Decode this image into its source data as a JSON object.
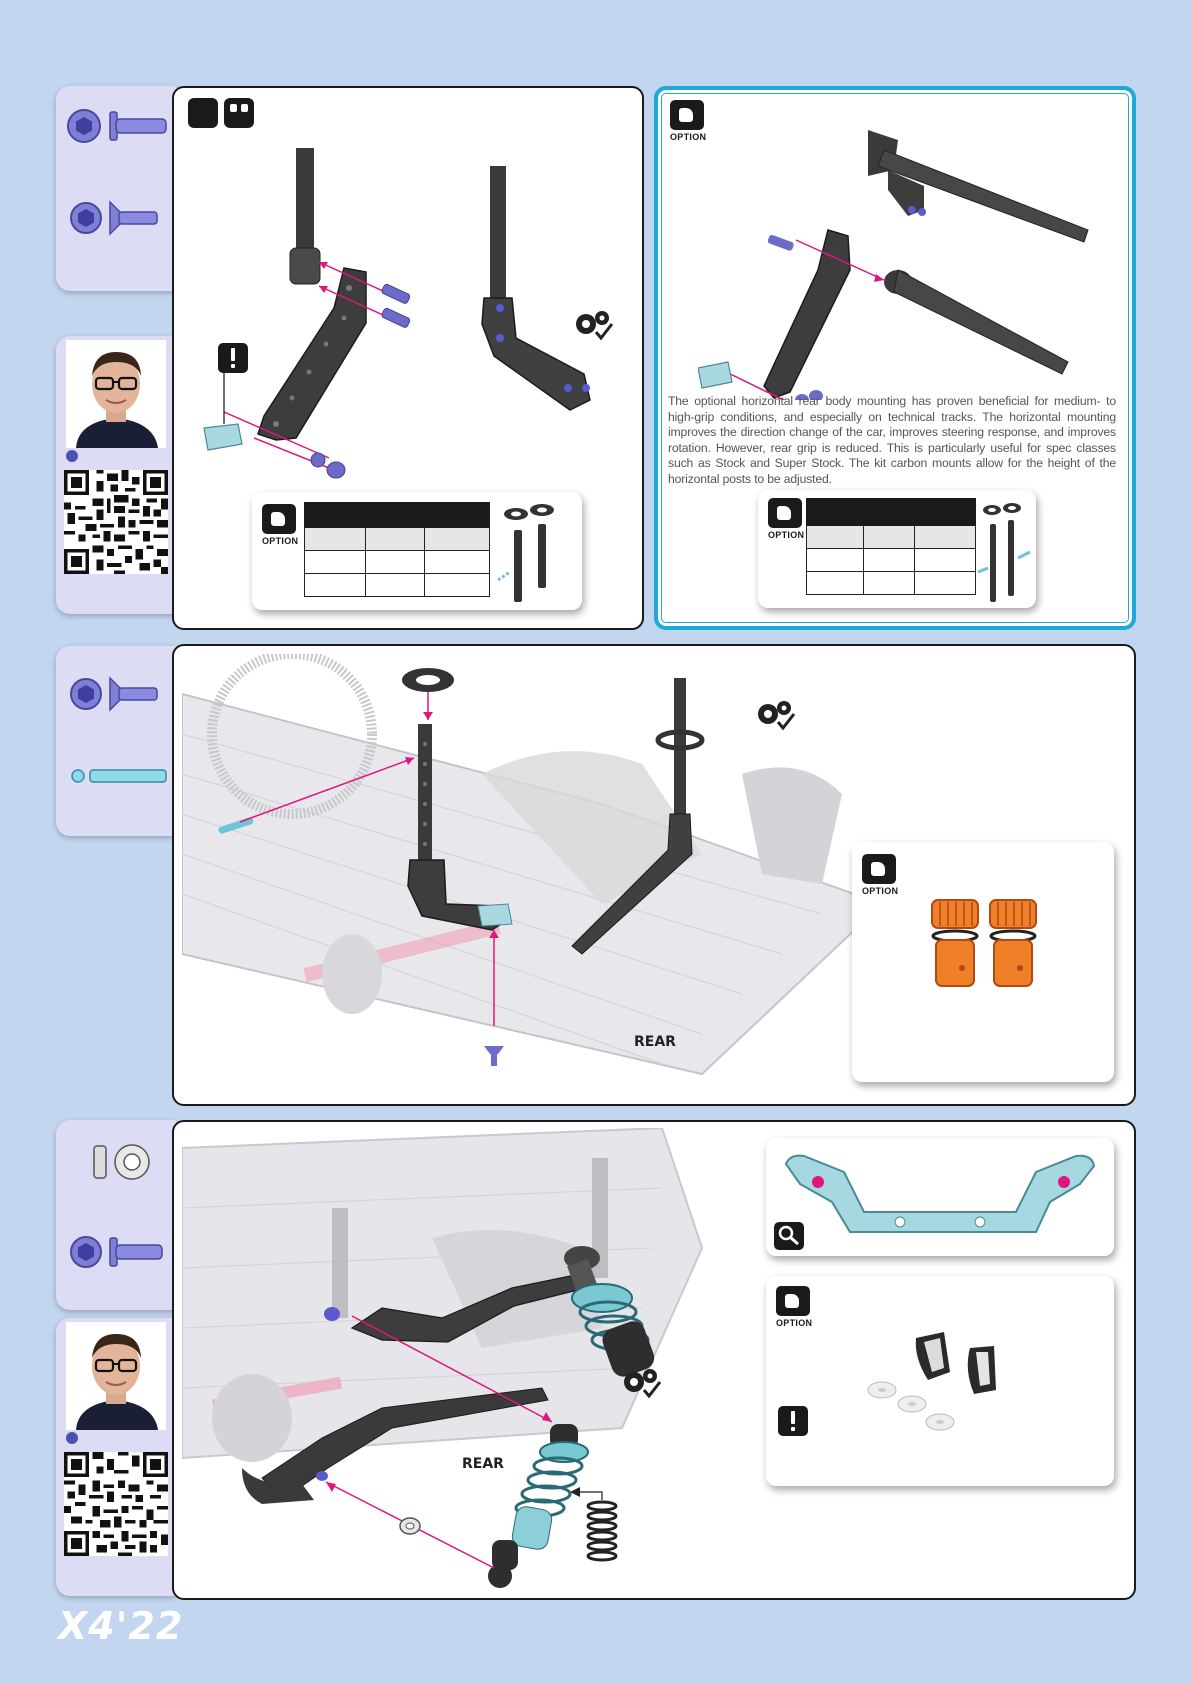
{
  "footer": {
    "logo": "X4'22"
  },
  "top_right_panel": {
    "option_label": "OPTION",
    "description": "The optional horizontal rear body mounting has proven beneficial for medium- to high-grip conditions, and especially on technical tracks. The horizontal mounting improves the direction change of the car, improves steering response, and improves rotation. However, rear grip is reduced. This is particularly useful for spec classes such as Stock and Super Stock. The kit carbon mounts allow for the height of the horizontal posts to be adjusted."
  },
  "top_left_panel": {
    "option_label": "OPTION"
  },
  "middle_panel": {
    "option_label": "OPTION",
    "rear_label": "REAR"
  },
  "bottom_panel": {
    "option_label": "OPTION",
    "rear_label": "REAR"
  },
  "colors": {
    "background": "#c3d6f0",
    "accent_blue": "#1ea8dc",
    "magenta": "#e0157f",
    "carbon": "#3a3a3a",
    "hardware": "#6c6cc8"
  }
}
